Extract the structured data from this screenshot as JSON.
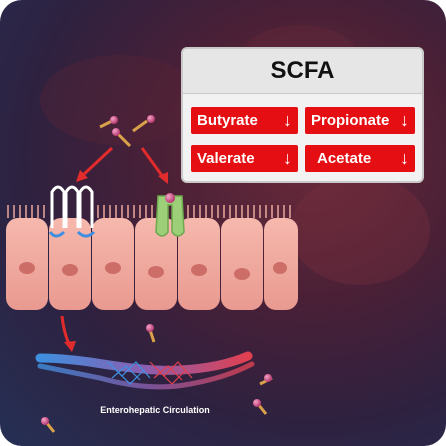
{
  "panel": {
    "title": "SCFA",
    "items": [
      {
        "label": "Butyrate",
        "trend": "↓"
      },
      {
        "label": "Propionate",
        "trend": "↓"
      },
      {
        "label": "Valerate",
        "trend": "↓"
      },
      {
        "label": "Acetate",
        "trend": "↓"
      }
    ]
  },
  "labels": {
    "circulation": "Enterohepatic Circulation"
  },
  "colors": {
    "scfa_red": "#e50e12",
    "cell_pink": "#f1a99e",
    "nucleus": "#cd6d67",
    "vessel_blue": "#3f8fe0",
    "vessel_red": "#e04050"
  },
  "icons": [
    "bile-acid-molecule-icon",
    "transporter-channel-icon",
    "receptor-channel-icon",
    "down-arrow-icon"
  ]
}
